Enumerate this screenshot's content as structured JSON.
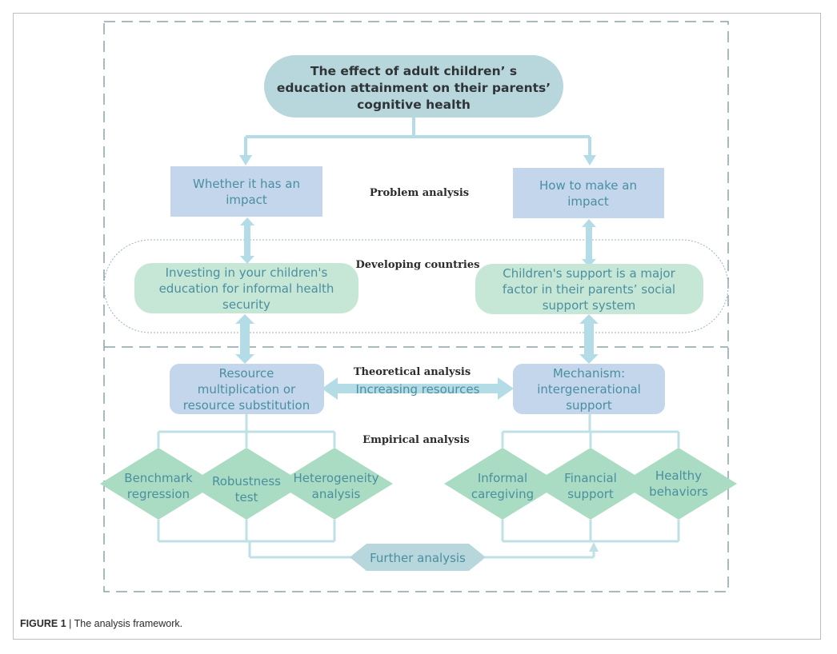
{
  "diagram": {
    "title_lines": [
      "The effect of adult children’ s",
      "education attainment on their parents’",
      "cognitive health"
    ],
    "labels": {
      "problem": "Problem analysis",
      "developing": "Developing countries",
      "theoretical": "Theoretical analysis",
      "empirical": "Empirical analysis"
    },
    "left_question_lines": [
      "Whether it has an",
      "impact"
    ],
    "right_question_lines": [
      "How to make an",
      "impact"
    ],
    "left_context_lines": [
      "Investing in your children's",
      "education for informal health",
      "security"
    ],
    "right_context_lines": [
      "Children's support is a major",
      "factor in their parents’ social",
      "support system"
    ],
    "left_theory_lines": [
      "Resource",
      "multiplication or",
      "resource substitution"
    ],
    "right_theory_lines": [
      "Mechanism:",
      "intergenerational",
      "support"
    ],
    "arrow_text": "Increasing resources",
    "left_methods": [
      [
        "Benchmark",
        "regression"
      ],
      [
        "Robustness",
        "test"
      ],
      [
        "Heterogeneity",
        "analysis"
      ]
    ],
    "right_methods": [
      [
        "Informal",
        "caregiving"
      ],
      [
        "Financial",
        "support"
      ],
      [
        "Healthy",
        "behaviors"
      ]
    ],
    "further": "Further analysis",
    "colors": {
      "blue_box": "#c3d6ec",
      "green_box": "#c7e7d6",
      "teal_box": "#b7d7dc",
      "diamond": "#a9dcc2",
      "arrow": "#b4dce7",
      "text": "#4a8fa0",
      "dash": "#8aa3a8"
    }
  },
  "caption": {
    "label": "FIGURE 1",
    "text": "| The analysis framework."
  }
}
